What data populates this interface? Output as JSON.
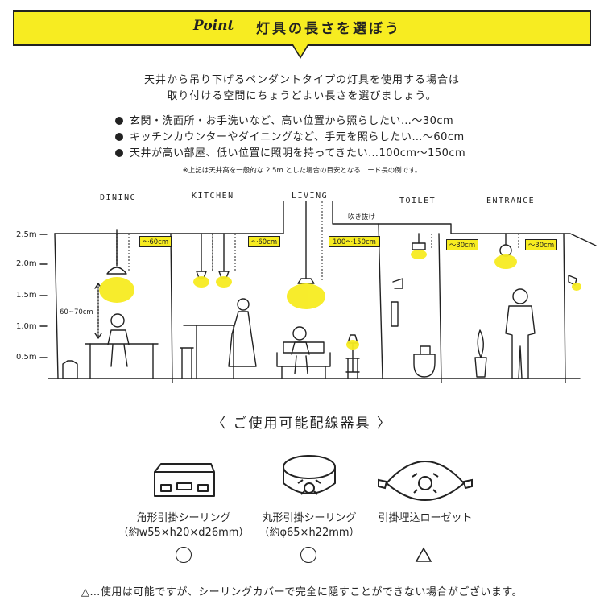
{
  "header": {
    "point_word": "Point",
    "title": "灯具の長さを選ぼう",
    "accent_color": "#f7ec21"
  },
  "intro": {
    "line1": "天井から吊り下げるペンダントタイプの灯具を使用する場合は",
    "line2": "取り付ける空間にちょうどよい長さを選びましょう。"
  },
  "bullets": [
    "玄関・洗面所・お手洗いなど、高い位置から照らしたい…～30cm",
    "キッチンカウンターやダイニングなど、手元を照らしたい…～60cm",
    "天井が高い部屋、低い位置に照明を持ってきたい…100cm～150cm"
  ],
  "note": "※上記は天井高を一般的な 2.5m とした場合の目安となるコード長の例です。",
  "scene": {
    "rooms": [
      "DINING",
      "KITCHEN",
      "LIVING",
      "TOILET",
      "ENTRANCE"
    ],
    "fukinuke": "吹き抜け",
    "y_ticks": [
      "2.5m",
      "2.0m",
      "1.5m",
      "1.0m",
      "0.5m"
    ],
    "tags": [
      "～60cm",
      "～60cm",
      "100～150cm",
      "～30cm",
      "～30cm"
    ],
    "dining_height": "60~70cm"
  },
  "equipment": {
    "heading": "〈 ご使用可能配線器具 〉",
    "items": [
      {
        "name": "角形引掛シーリング",
        "size": "（約w55×h20×d26mm）",
        "mark": "○",
        "icon": "square-ceiling-icon"
      },
      {
        "name": "丸形引掛シーリング",
        "size": "（約φ65×h22mm）",
        "mark": "○",
        "icon": "round-ceiling-icon"
      },
      {
        "name": "引掛埋込ローゼット",
        "size": "",
        "mark": "△",
        "icon": "rosette-icon"
      }
    ]
  },
  "footnote": "△…使用は可能ですが、シーリングカバーで完全に隠すことができない場合がございます。"
}
